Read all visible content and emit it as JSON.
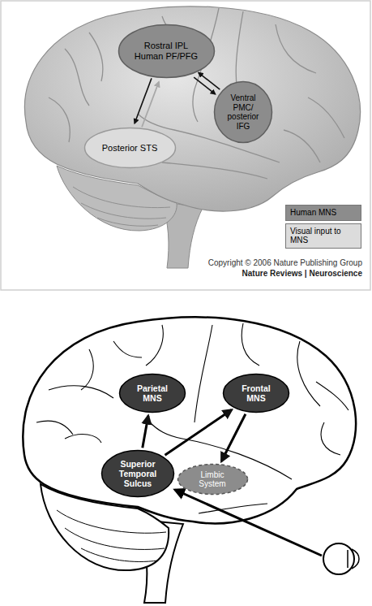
{
  "diagram": {
    "nodes": [
      {
        "text": [
          "Rostral IPL Human PF/PFG"
        ]
      },
      {
        "text": [
          "Ventral PMC/ posterior IFG"
        ]
      },
      {
        "text": [
          "Posterior STS"
        ]
      },
      {
        "text": [
          "Parietal MNS"
        ]
      },
      {
        "text": [
          "Frontal MNS"
        ]
      },
      {
        "text": [
          "Superior Temporal Sulcus"
        ]
      },
      {
        "text": [
          "Limbic System"
        ]
      }
    ],
    "edges": [
      {
        "from": 0,
        "to": 1,
        "arrow": "to"
      },
      {
        "from": 1,
        "to": 0,
        "arrow": "to"
      },
      {
        "from": 2,
        "to": 0,
        "arrow": "to"
      },
      {
        "from": 0,
        "to": 2,
        "arrow": "to"
      },
      {
        "from": 5,
        "to": 3,
        "arrow": "to"
      },
      {
        "from": 5,
        "to": 4,
        "arrow": "to"
      },
      {
        "from": 4,
        "to": 6,
        "arrow": "to"
      }
    ],
    "labels": [
      "Copyright © 2006 Nature Publishing Group",
      "Nature Reviews | Neuroscience"
    ],
    "legend": [
      {
        "text": "Human MNS",
        "color": "#8c8c8c"
      },
      {
        "text": "Visual input to MNS",
        "color": "#dcdcdc"
      }
    ]
  }
}
